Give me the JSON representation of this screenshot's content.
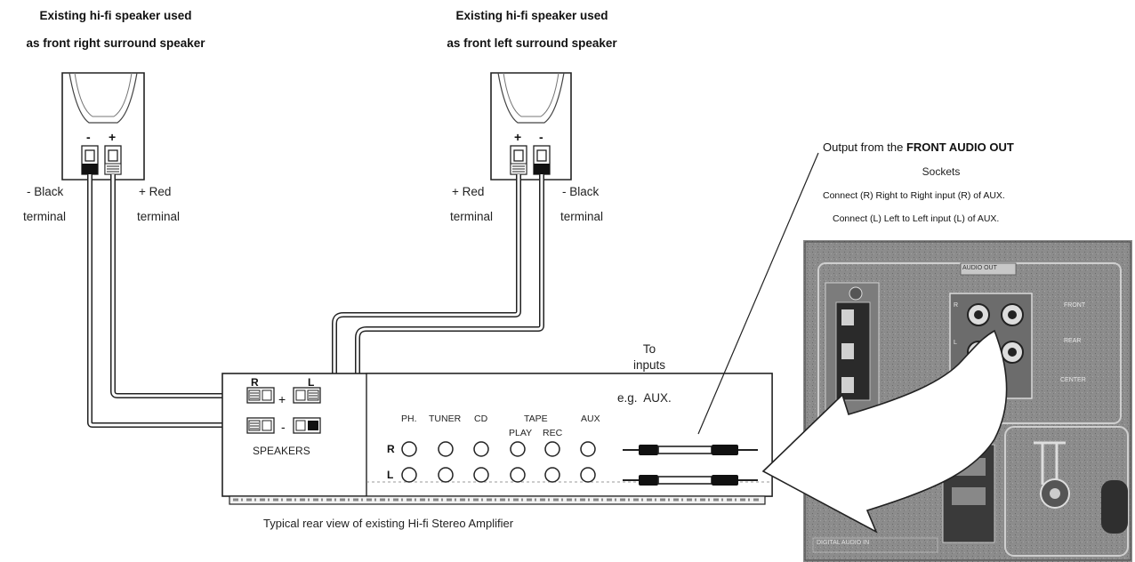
{
  "speakers": {
    "right": {
      "title_line1": "Existing hi-fi speaker used",
      "title_line2": "as front right surround speaker",
      "neg_symbol": "-",
      "pos_symbol": "+",
      "neg_label_1": "- Black",
      "neg_label_2": "terminal",
      "pos_label_1": "+ Red",
      "pos_label_2": "terminal"
    },
    "left": {
      "title_line1": "Existing hi-fi speaker used",
      "title_line2": "as front left surround speaker",
      "pos_symbol": "+",
      "neg_symbol": "-",
      "pos_label_1": "+ Red",
      "pos_label_2": "terminal",
      "neg_label_1": "- Black",
      "neg_label_2": "terminal"
    }
  },
  "amplifier": {
    "r_label": "R",
    "l_label": "L",
    "plus": "+",
    "minus": "-",
    "speakers_label": "SPEAKERS",
    "inputs": {
      "ph": "PH.",
      "tuner": "TUNER",
      "cd": "CD",
      "tape": "TAPE",
      "play": "PLAY",
      "rec": "REC",
      "aux": "AUX",
      "row_r": "R",
      "row_l": "L"
    },
    "caption": "Typical rear view of existing Hi-fi Stereo Amplifier"
  },
  "connection": {
    "to_line1": "To",
    "to_line2": "inputs",
    "eg": "e.g.  AUX."
  },
  "output": {
    "prefix": "Output from the ",
    "bold": "FRONT AUDIO OUT",
    "sockets": "Sockets",
    "connect_r": "Connect (R) Right to Right input (R) of AUX.",
    "connect_l": "Connect (L) Left to Left input (L) of AUX."
  },
  "panel": {
    "header": "AUDIO OUT",
    "front": "FRONT",
    "rear": "REAR",
    "center": "CENTER",
    "r": "R",
    "l": "L",
    "bottom": "DIGITAL AUDIO IN"
  }
}
